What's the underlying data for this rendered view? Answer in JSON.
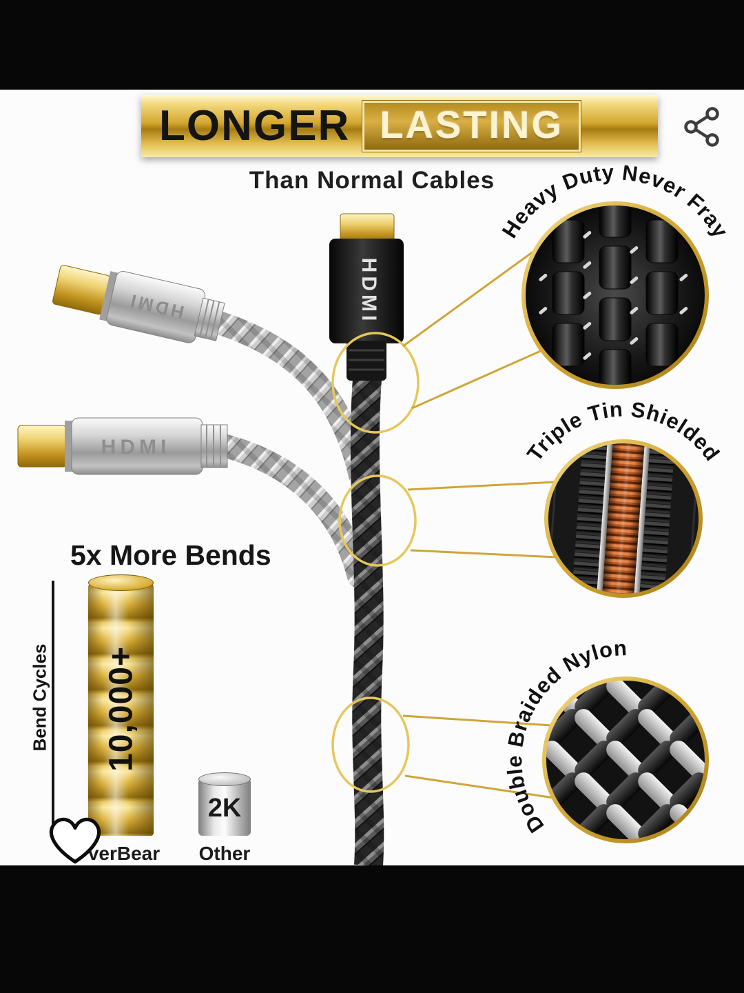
{
  "header": {
    "banner_word1": "LONGER",
    "banner_word2": "LASTING",
    "subtitle": "Than Normal Cables"
  },
  "connectors": {
    "center_label": "HDMI",
    "upper_left_label": "HDMI",
    "lower_left_label": "HDMI"
  },
  "callouts": [
    {
      "label": "Heavy Duty Never Fray"
    },
    {
      "label": "Triple Tin Shielded"
    },
    {
      "label": "Double Braided Nylon"
    }
  ],
  "chart_data": {
    "type": "bar",
    "title": "5x More Bends",
    "ylabel": "Bend Cycles",
    "categories": [
      "verBear",
      "Other"
    ],
    "values": [
      10000,
      2000
    ],
    "value_labels": [
      "10,000+",
      "2K"
    ],
    "bar_colors": [
      "#d4a017",
      "#c9c9c9"
    ],
    "ylim": [
      0,
      10000
    ],
    "grid": false,
    "legend_position": "none"
  },
  "icons": {
    "share": "share-icon",
    "heart": "heart-icon"
  },
  "colors": {
    "accent_gold": "#d4a017",
    "gold_light": "#f7e69a",
    "gold_dark": "#8a6508",
    "text": "#141414",
    "copper": "#c4622d",
    "silver": "#c0c0c0",
    "letterbox": "#070707"
  }
}
